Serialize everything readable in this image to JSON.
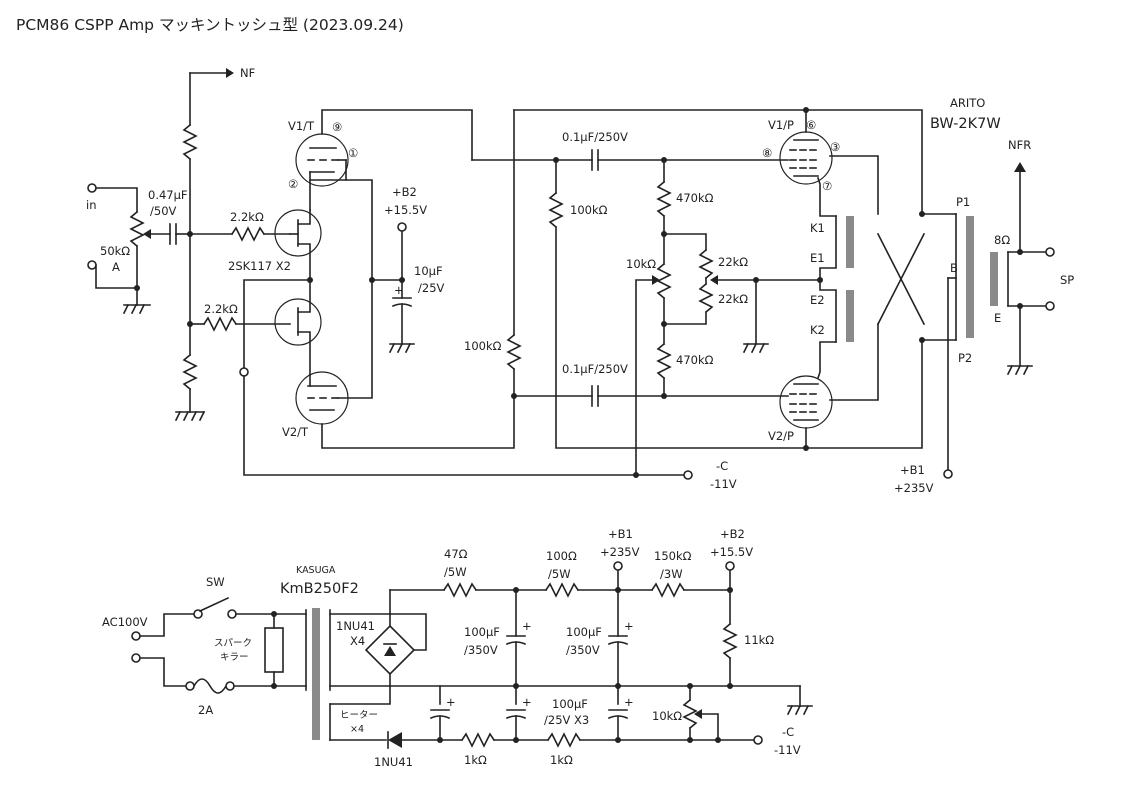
{
  "title": "PCM86 CSPP Amp マッキントッシュ型 (2023.09.24)",
  "amp": {
    "nf": "NF",
    "in": "in",
    "vol": "50kΩ",
    "vol_taper": "A",
    "cin_value": "0.47μF",
    "cin_voltage": "/50V",
    "r_gate1": "2.2kΩ",
    "r_gate2": "2.2kΩ",
    "fet": "2SK117 X2",
    "v1t": "V1/T",
    "v2t": "V2/T",
    "pin9": "⑨",
    "pin1": "①",
    "pin2": "②",
    "b2_name": "+B2",
    "b2_volt": "+15.5V",
    "c10_value": "10μF",
    "c10_voltage": "/25V",
    "plus": "+",
    "r100k_left": "100kΩ",
    "r100k_mid": "100kΩ",
    "cc_top": "0.1μF/250V",
    "cc_bot": "0.1μF/250V",
    "r470_top": "470kΩ",
    "r470_bot": "470kΩ",
    "r22_top": "22kΩ",
    "r22_bot": "22kΩ",
    "r10k": "10kΩ",
    "v1p": "V1/P",
    "v2p": "V2/P",
    "pin6": "⑥",
    "pin8": "⑧",
    "pin3": "③",
    "pin7": "⑦",
    "k1": "K1",
    "e1": "E1",
    "e2": "E2",
    "k2": "K2",
    "c_name": "-C",
    "c_volt": "-11V",
    "b1_name": "+B1",
    "b1_volt": "+235V",
    "maker": "ARITO",
    "transformer": "BW-2K7W",
    "nfr": "NFR",
    "p1": "P1",
    "p2": "P2",
    "b": "B",
    "e": "E",
    "ohm8": "8Ω",
    "sp": "SP"
  },
  "psu": {
    "ac": "AC100V",
    "sw": "SW",
    "spark1": "スパーク",
    "spark2": "キラー",
    "fuse": "2A",
    "maker": "KASUGA",
    "transformer": "KmB250F2",
    "bridge_name": "1NU41",
    "bridge_qty": "X4",
    "heater1": "ヒーター",
    "heater2": "×4",
    "diode": "1NU41",
    "r47_value": "47Ω",
    "r47_power": "/5W",
    "r100_value": "100Ω",
    "r100_power": "/5W",
    "r150_value": "150kΩ",
    "r150_power": "/3W",
    "b1_name": "+B1",
    "b1_volt": "+235V",
    "b2_name": "+B2",
    "b2_volt": "+15.5V",
    "c1_value": "100μF",
    "c1_voltage": "/350V",
    "c2_value": "100μF",
    "c2_voltage": "/350V",
    "r11k": "11kΩ",
    "cneg_value": "100μF",
    "cneg_voltage": "/25V X3",
    "pot10k": "10kΩ",
    "r1k_a": "1kΩ",
    "r1k_b": "1kΩ",
    "c_name": "-C",
    "c_volt": "-11V",
    "plus": "+"
  }
}
